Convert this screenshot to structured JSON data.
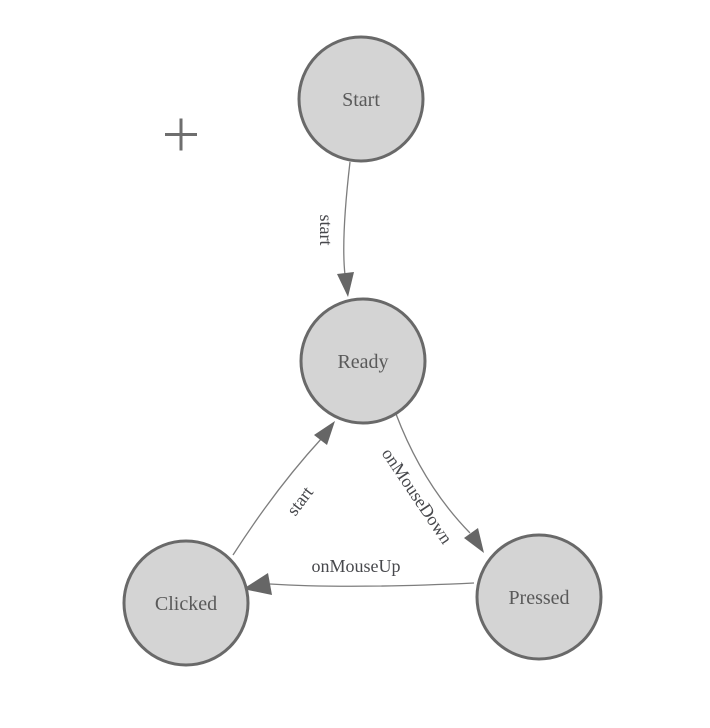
{
  "colors": {
    "node-fill": "#d4d4d4",
    "node-border": "#696969",
    "edge-line": "#7d7d7d",
    "arrow-fill": "#666666",
    "node-text": "#595959",
    "edge-text": "#47484c",
    "cursor": "#6e6e6e",
    "bg": "#ffffff"
  },
  "diagram": {
    "type": "state-machine",
    "nodes": [
      {
        "id": "start",
        "label": "Start"
      },
      {
        "id": "ready",
        "label": "Ready"
      },
      {
        "id": "clicked",
        "label": "Clicked"
      },
      {
        "id": "pressed",
        "label": "Pressed"
      }
    ],
    "edges": [
      {
        "id": "start-to-ready",
        "from": "Start",
        "to": "Ready",
        "label": "start"
      },
      {
        "id": "clicked-to-ready",
        "from": "Clicked",
        "to": "Ready",
        "label": "start"
      },
      {
        "id": "ready-to-pressed",
        "from": "Ready",
        "to": "Pressed",
        "label": "onMouseDown"
      },
      {
        "id": "pressed-to-clicked",
        "from": "Pressed",
        "to": "Clicked",
        "label": "onMouseUp"
      }
    ],
    "cursor_icon": "plus-crosshair"
  }
}
